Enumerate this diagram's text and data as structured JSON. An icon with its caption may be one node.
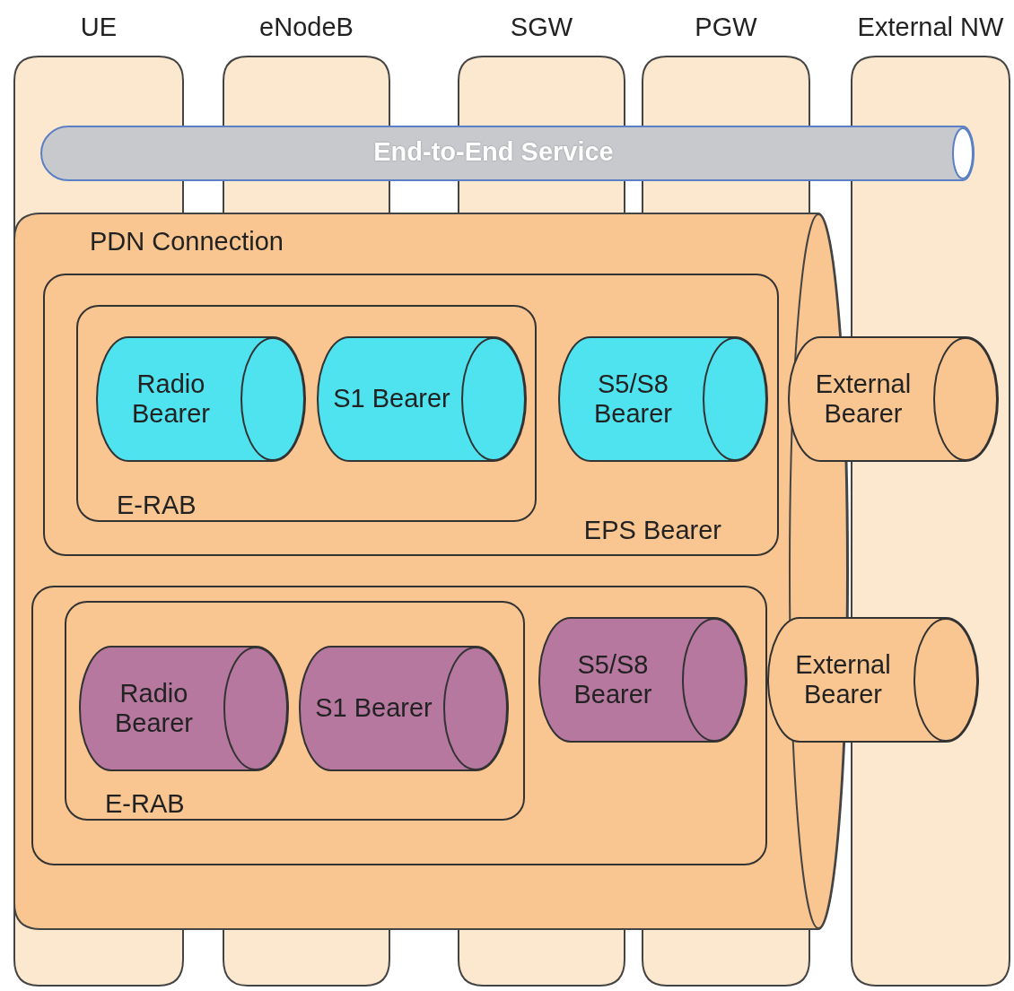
{
  "diagram": {
    "nodes": [
      {
        "text": [
          "UE"
        ]
      },
      {
        "text": [
          "eNodeB"
        ]
      },
      {
        "text": [
          "SGW"
        ]
      },
      {
        "text": [
          "PGW"
        ]
      },
      {
        "text": [
          "External NW"
        ]
      },
      {
        "text": [
          "End-to-End Service"
        ]
      },
      {
        "text": [
          "PDN Connection"
        ]
      },
      {
        "text": [
          "EPS Bearer"
        ],
        "in": 6
      },
      {
        "text": [
          "E-RAB"
        ],
        "in": 7
      },
      {
        "text": [
          "Radio Bearer"
        ],
        "in": 8
      },
      {
        "text": [
          "S1 Bearer"
        ],
        "in": 8
      },
      {
        "text": [
          "S5/S8 Bearer"
        ],
        "in": 7
      },
      {
        "text": [
          "External Bearer"
        ]
      },
      {
        "text": [],
        "shape": "box",
        "in": 6
      },
      {
        "text": [
          "E-RAB"
        ],
        "in": 13
      },
      {
        "text": [
          "Radio Bearer"
        ],
        "in": 14
      },
      {
        "text": [
          "S1 Bearer"
        ],
        "in": 14
      },
      {
        "text": [
          "S5/S8 Bearer"
        ],
        "in": 13
      },
      {
        "text": [
          "External Bearer"
        ]
      }
    ],
    "edges": []
  }
}
